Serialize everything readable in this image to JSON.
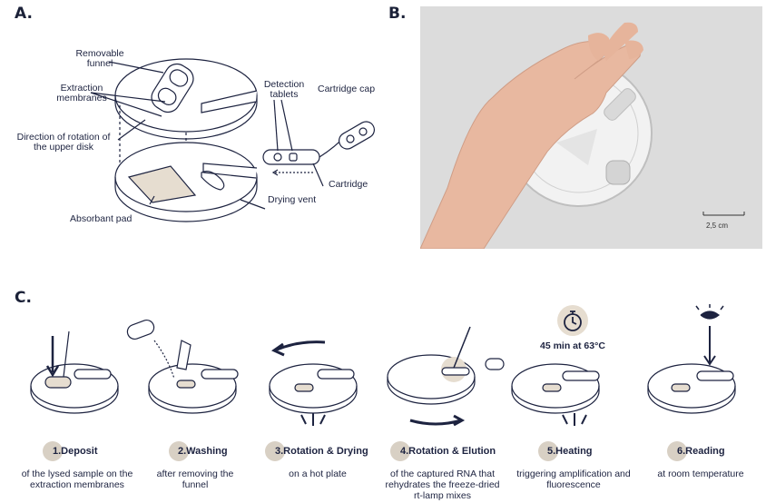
{
  "panels": {
    "a": "A.",
    "b": "B.",
    "c": "C."
  },
  "diagram_a": {
    "labels": {
      "removable_funnel": "Removable funnel",
      "extraction_membranes": "Extraction membranes",
      "direction_rotation": "Direction of rotation of the upper disk",
      "detection_tablets": "Detection tablets",
      "cartridge_cap": "Cartridge cap",
      "cartridge": "Cartridge",
      "drying_vent": "Drying vent",
      "absorbant_pad": "Absorbant pad"
    }
  },
  "photo": {
    "scale_bar": "2,5 cm"
  },
  "steps": [
    {
      "number_title": "1.Deposit",
      "description": "of the lysed sample on the extraction membranes"
    },
    {
      "number_title": "2.Washing",
      "description": "after removing the funnel"
    },
    {
      "number_title": "3.Rotation & Drying",
      "description": "on a hot plate"
    },
    {
      "number_title": "4.Rotation & Elution",
      "description": "of the captured RNA that rehydrates the freeze-dried rt-lamp mixes"
    },
    {
      "number_title": "5.Heating",
      "description": "triggering amplification and fluorescence"
    },
    {
      "number_title": "6.Reading",
      "description": "at room temperature"
    }
  ],
  "heating_condition": "45 min at 63°C",
  "colors": {
    "navy": "#1d2340",
    "beige": "#d8d0c4",
    "photo_bg": "#dcdcdc"
  }
}
